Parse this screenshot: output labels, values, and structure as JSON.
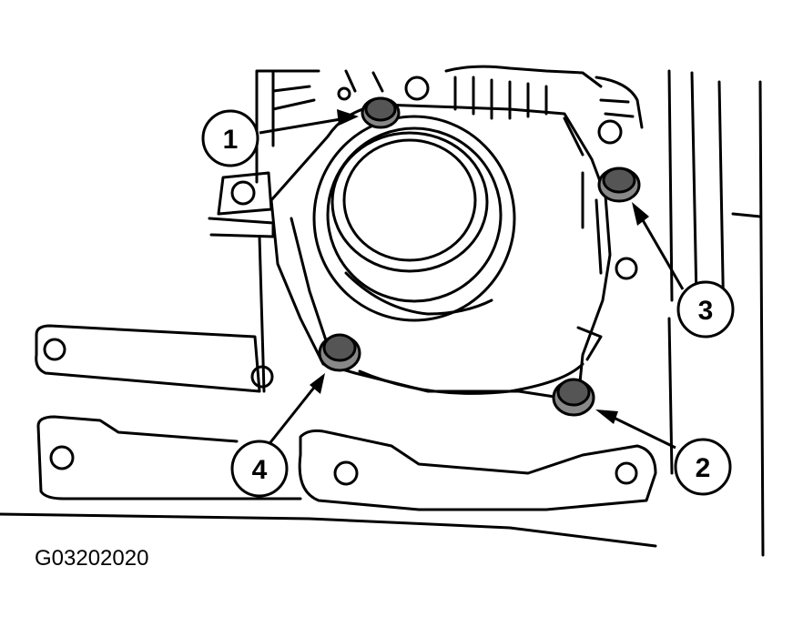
{
  "figure": {
    "id": "G03202020"
  },
  "callouts": [
    {
      "label": "1"
    },
    {
      "label": "2"
    },
    {
      "label": "3"
    },
    {
      "label": "4"
    }
  ],
  "colors": {
    "line": "#000000",
    "background": "#ffffff",
    "bolt_fill": "#555555"
  }
}
